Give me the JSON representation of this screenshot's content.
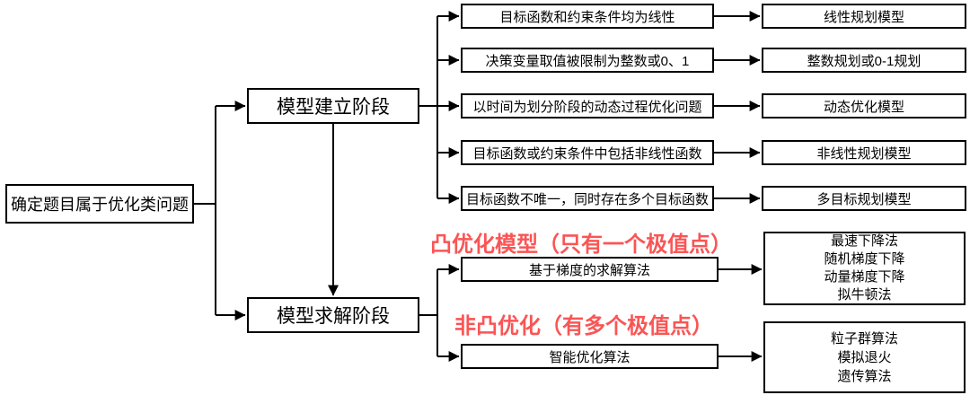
{
  "diagram": {
    "root": {
      "label": "确定题目属于优化类问题"
    },
    "build_stage": {
      "label": "模型建立阶段"
    },
    "solve_stage": {
      "label": "模型求解阶段"
    },
    "model_rows": [
      {
        "condition": "目标函数和约束条件均为线性",
        "model": "线性规划模型"
      },
      {
        "condition": "决策变量取值被限制为整数或0、1",
        "model": "整数规划或0-1规划"
      },
      {
        "condition": "以时间为划分阶段的动态过程优化问题",
        "model": "动态优化模型"
      },
      {
        "condition": "目标函数或约束条件中包括非线性函数",
        "model": "非线性规划模型"
      },
      {
        "condition": "目标函数不唯一，同时存在多个目标函数",
        "model": "多目标规划模型"
      }
    ],
    "solve_rows": [
      {
        "annotation": "凸优化模型（只有一个极值点）",
        "method": "基于梯度的求解算法",
        "algorithms": [
          "最速下降法",
          "随机梯度下降",
          "动量梯度下降",
          "拟牛顿法"
        ]
      },
      {
        "annotation": "非凸优化（有多个极值点）",
        "method": "智能优化算法",
        "algorithms": [
          "粒子群算法",
          "模拟退火",
          "遗传算法"
        ]
      }
    ],
    "colors": {
      "annotation": "#fa5555",
      "line": "#000000",
      "box_border": "#000000",
      "box_fill": "#ffffff"
    }
  }
}
